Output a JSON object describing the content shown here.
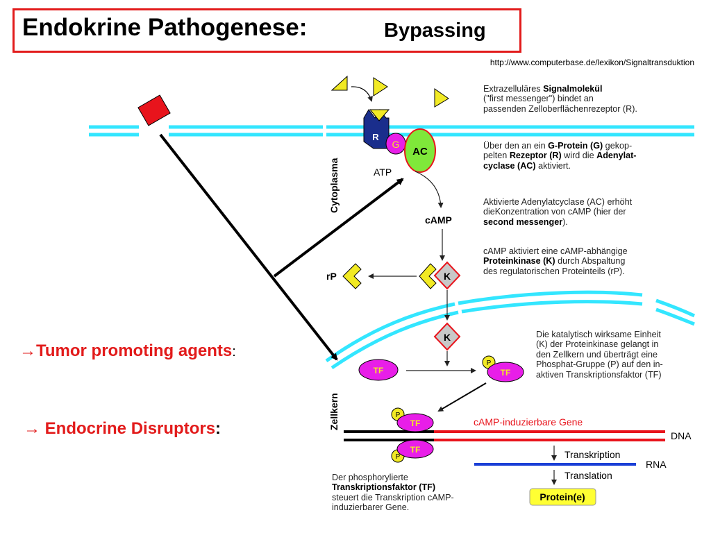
{
  "header": {
    "title": "Endokrine Pathogenese:",
    "subtitle": "Bypassing",
    "source_url": "http://www.computerbase.de/lexikon/Signaltransduktion"
  },
  "bullets": [
    {
      "arrow": "→",
      "label": "Tumor promoting agents",
      "suffix": ":"
    },
    {
      "arrow": "→",
      "label": "Endocrine Disruptors",
      "suffix": ":"
    }
  ],
  "diagram": {
    "compartments": {
      "cytoplasm": "Cytoplasma",
      "nucleus": "Zellkern"
    },
    "molecules": {
      "receptor": "R",
      "g_protein": "G",
      "adenylate_cyclase": "AC",
      "atp": "ATP",
      "camp": "cAMP",
      "kinase": "K",
      "kinase_nucleus": "K",
      "regulatory_protein": "rP",
      "tf": "TF",
      "phosphate": "P"
    },
    "gene_label": "cAMP-induzierbare Gene",
    "dna": "DNA",
    "rna": "RNA",
    "transcription": "Transkription",
    "translation": "Translation",
    "protein": "Protein(e)",
    "colors": {
      "membrane": "#33e6ff",
      "bullet_text": "#e21b1b",
      "tf": "#e81ee8",
      "receptor": "#1a2e8c",
      "ac": "#7fe83a",
      "ligand": "#f2ea24"
    }
  },
  "descriptions": [
    {
      "pre": "Extrazelluläres ",
      "bold": "Signalmolekül",
      "post": "\n(\"first messenger\") bindet an\npassenden Zelloberflächenrezeptor (R)."
    },
    {
      "pre": "Über den an ein ",
      "bold": "G-Protein (G)",
      "post": " gekop-\npelten ",
      "bold2": "Rezeptor (R)",
      "post2": " wird die ",
      "bold3": "Adenylat-\ncyclase (AC)",
      "post3": " aktiviert."
    },
    {
      "pre": "Aktivierte Adenylatcyclase (AC) erhöht\ndieKonzentration von cAMP (hier der\n",
      "bold": "second messenger",
      "post": ")."
    },
    {
      "pre": "cAMP aktiviert eine cAMP-abhängige\n",
      "bold": "Proteinkinase (K)",
      "post": " durch Abspaltung\ndes regulatorischen Proteinteils (rP)."
    },
    {
      "pre": "Die katalytisch wirksame Einheit\n(K) der Proteinkinase gelangt in\nden Zellkern und überträgt eine\nPhosphat-Gruppe (P) auf den in-\naktiven Transkriptionsfaktor (TF)",
      "bold": "",
      "post": ""
    },
    {
      "pre": "Der phosphorylierte\n",
      "bold": "Transkriptionsfaktor (TF)",
      "post": "\nsteuert die Transkription cAMP-\ninduzierbarer Gene."
    }
  ]
}
